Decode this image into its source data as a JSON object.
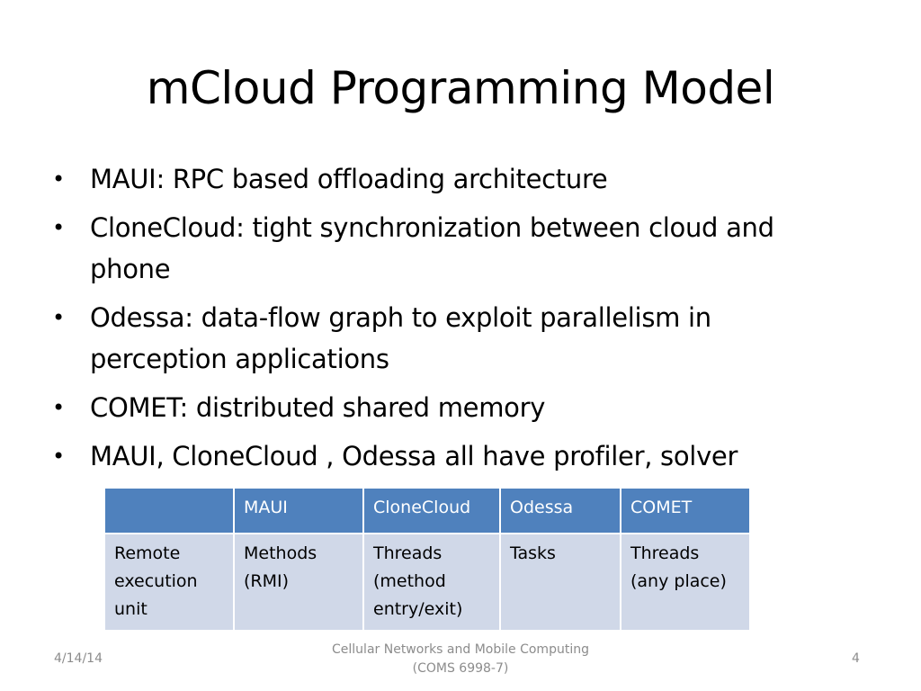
{
  "slide": {
    "title": "mCloud Programming Model",
    "bullet_symbol": "•",
    "bullets": [
      "MAUI: RPC based offloading architecture",
      "CloneCloud: tight synchronization between cloud and phone",
      "Odessa: data-flow graph to exploit parallelism in perception applications",
      "COMET: distributed shared memory",
      "MAUI, CloneCloud , Odessa all have profiler, solver"
    ],
    "table": {
      "headers": [
        "",
        "MAUI",
        "CloneCloud",
        "Odessa",
        "COMET"
      ],
      "rows": [
        [
          "Remote execution unit",
          "Methods (RMI)",
          "Threads (method entry/exit)",
          "Tasks",
          "Threads (any place)"
        ]
      ]
    },
    "footer": {
      "date": "4/14/14",
      "course_line1": "Cellular Networks and Mobile Computing",
      "course_line2": "(COMS 6998-7)",
      "page_number": "4"
    }
  },
  "colors": {
    "header_fill": "#4f81bd",
    "cell_fill": "#d0d8e8",
    "footer_text": "#8c8c8c"
  }
}
